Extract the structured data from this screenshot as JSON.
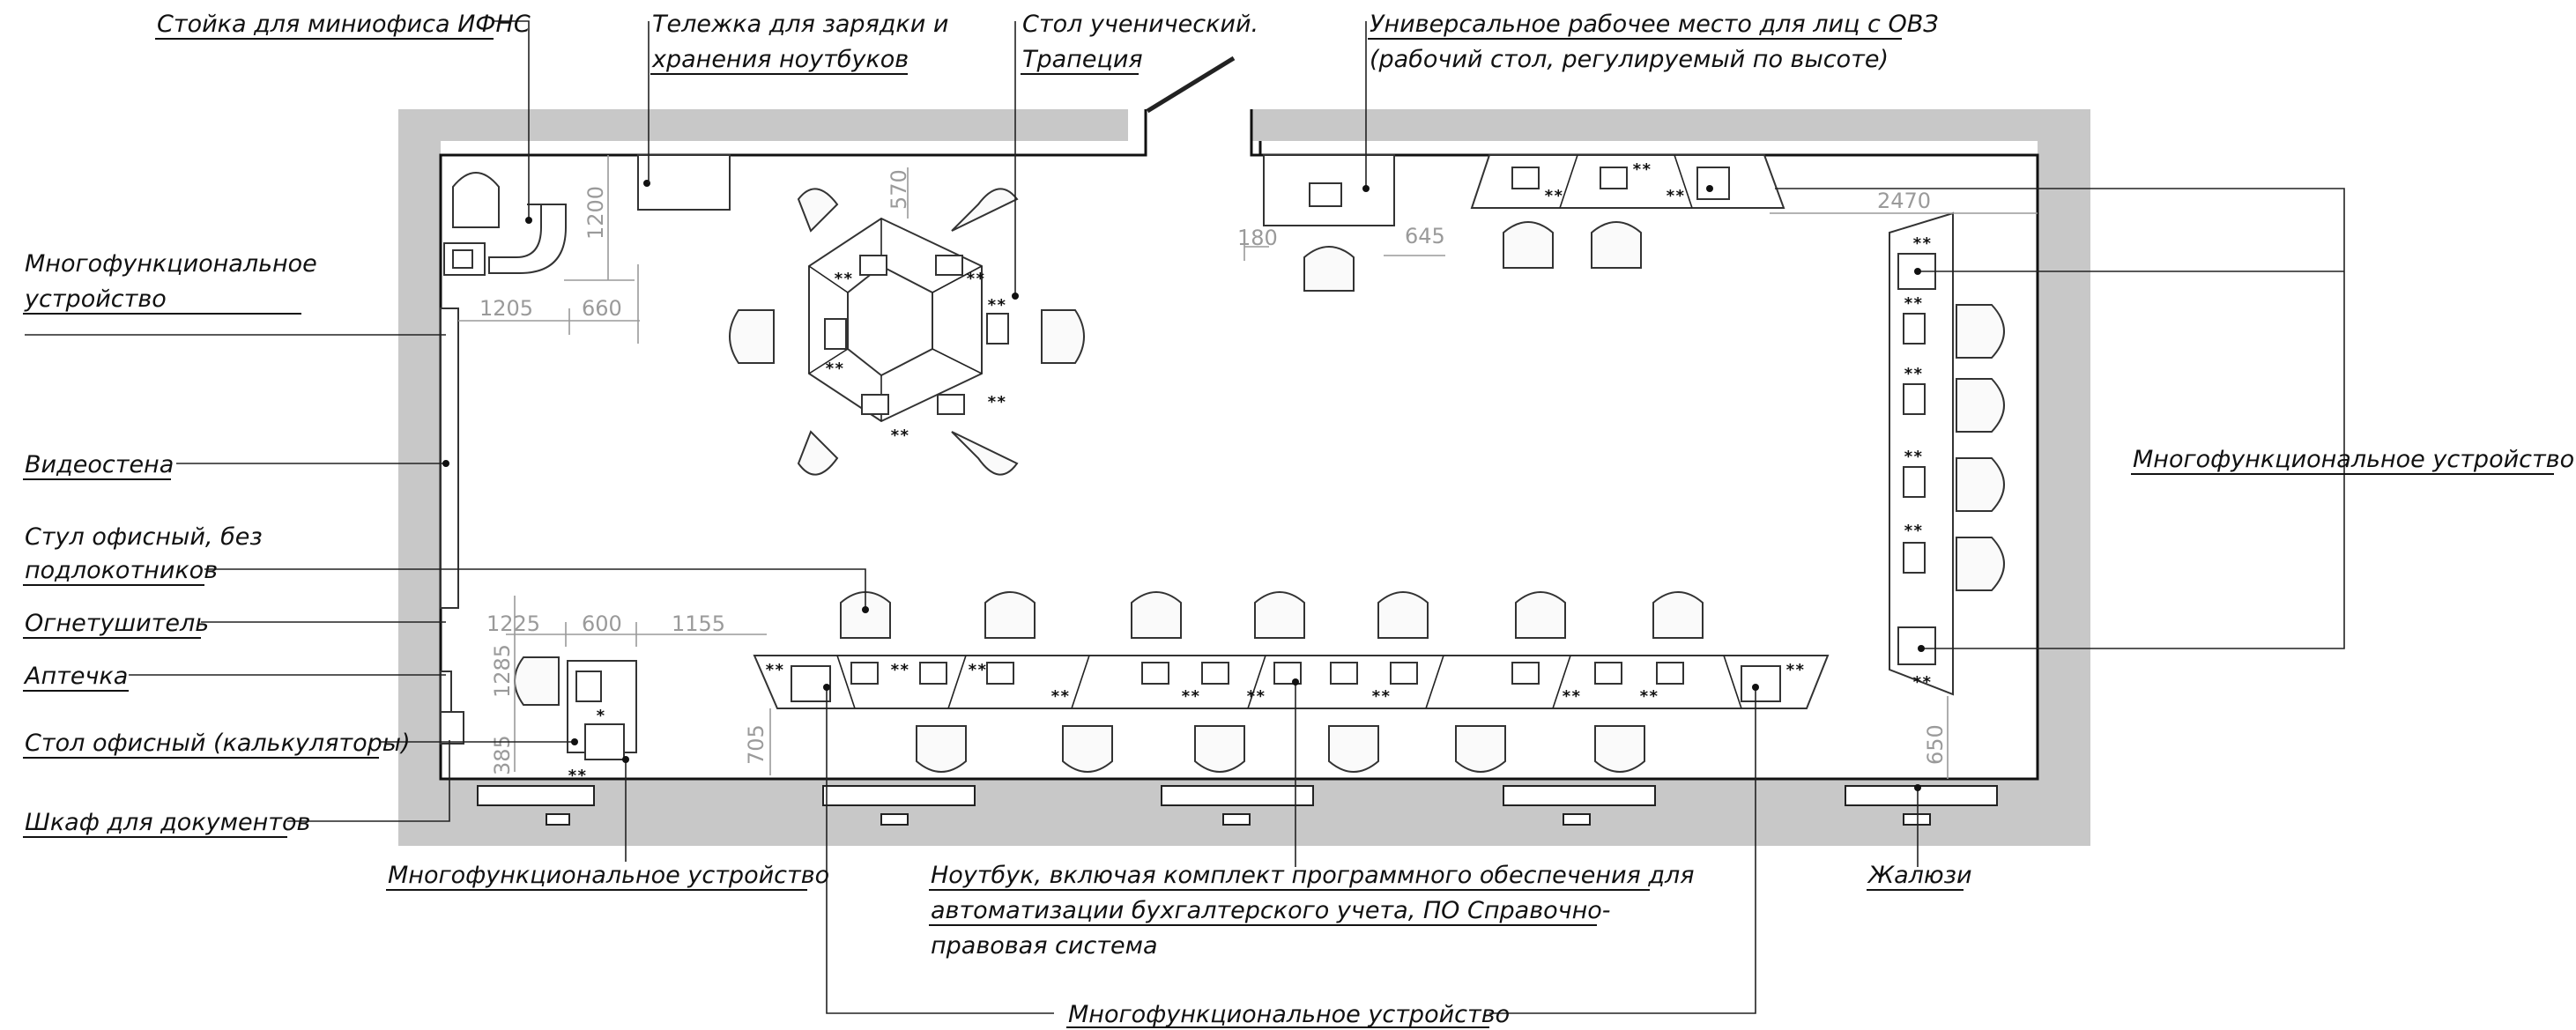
{
  "labels": {
    "stoyka": "Стойка для миниофиса  ИФНС",
    "telezhka_1": "Тележка для зарядки и",
    "telezhka_2": "хранения ноутбуков",
    "stol_uch_1": "Стол ученический.",
    "stol_uch_2": "Трапеция",
    "ovz_1": "Универсальное рабочее место для лиц с ОВЗ",
    "ovz_2": "(рабочий стол, регулируемый по высоте)",
    "mfu_left_1": "Многофункциональное",
    "mfu_left_2": "устройство",
    "videostena": "Видеостена",
    "stul_1": "Стул офисный, без",
    "stul_2": "подлокотников",
    "ognetush": "Огнетушитель",
    "aptechka": "Аптечка",
    "stol_ofis": "Стол офисный (калькуляторы)",
    "shkaf": "Шкаф для документов",
    "mfu_bottom_left": "Многофункциональное устройство",
    "noutbuk_1": "Ноутбук, включая комплект программного обеспечения для",
    "noutbuk_2": "автоматизации бухгалтерского учета, ПО Справочно-",
    "noutbuk_3": "правовая система",
    "mfu_bottom": "Многофункциональное устройство",
    "zhaluzi": "Жалюзи",
    "mfu_right": "Многофункциональное устройство"
  },
  "dimensions": {
    "d1200": "1200",
    "d570": "570",
    "d1205": "1205",
    "d660": "660",
    "d180": "180",
    "d645": "645",
    "d2470": "2470",
    "d1225": "1225",
    "d600": "600",
    "d1155": "1155",
    "d1285": "1285",
    "d705": "705",
    "d385": "385",
    "d650": "650"
  },
  "marks": {
    "double_star": "**",
    "single_star": "*"
  },
  "colors": {
    "wall": "#c8c8c8",
    "line": "#222222",
    "dimension": "#9a9a9a"
  }
}
